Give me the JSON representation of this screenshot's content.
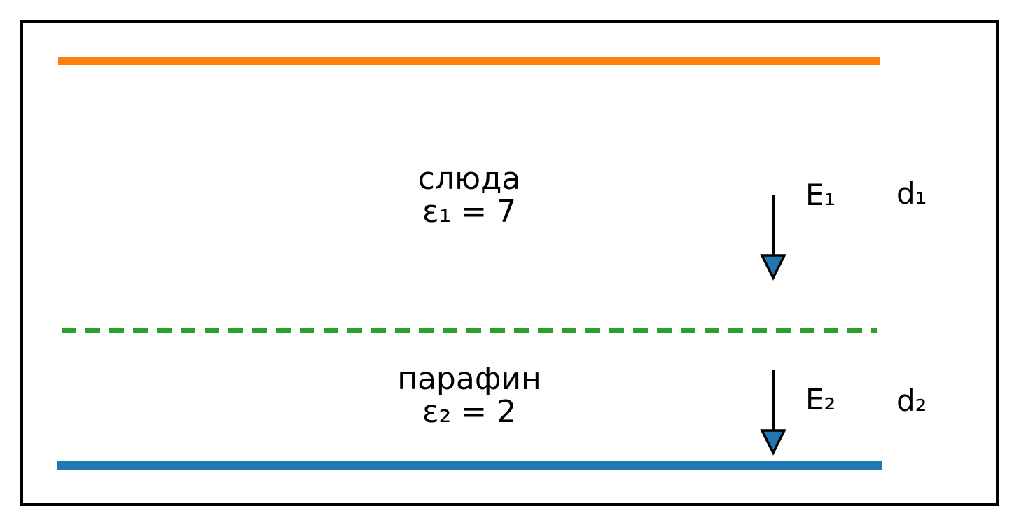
{
  "diagram": {
    "kind": "two-layer dielectric capacitor cross-section",
    "layers": [
      {
        "material": "слюда",
        "permittivity": "ε₁ = 7",
        "field_label": "E₁",
        "thickness_label": "d₁"
      },
      {
        "material": "парафин",
        "permittivity": "ε₂ = 2",
        "field_label": "E₂",
        "thickness_label": "d₂"
      }
    ],
    "colors": {
      "top_plate": "#ff7f0e",
      "bottom_plate": "#1f77b4",
      "interface": "#2ca02c",
      "arrow_fill": "#1f77b4",
      "arrow_stroke": "#000000",
      "frame": "#000000"
    }
  }
}
